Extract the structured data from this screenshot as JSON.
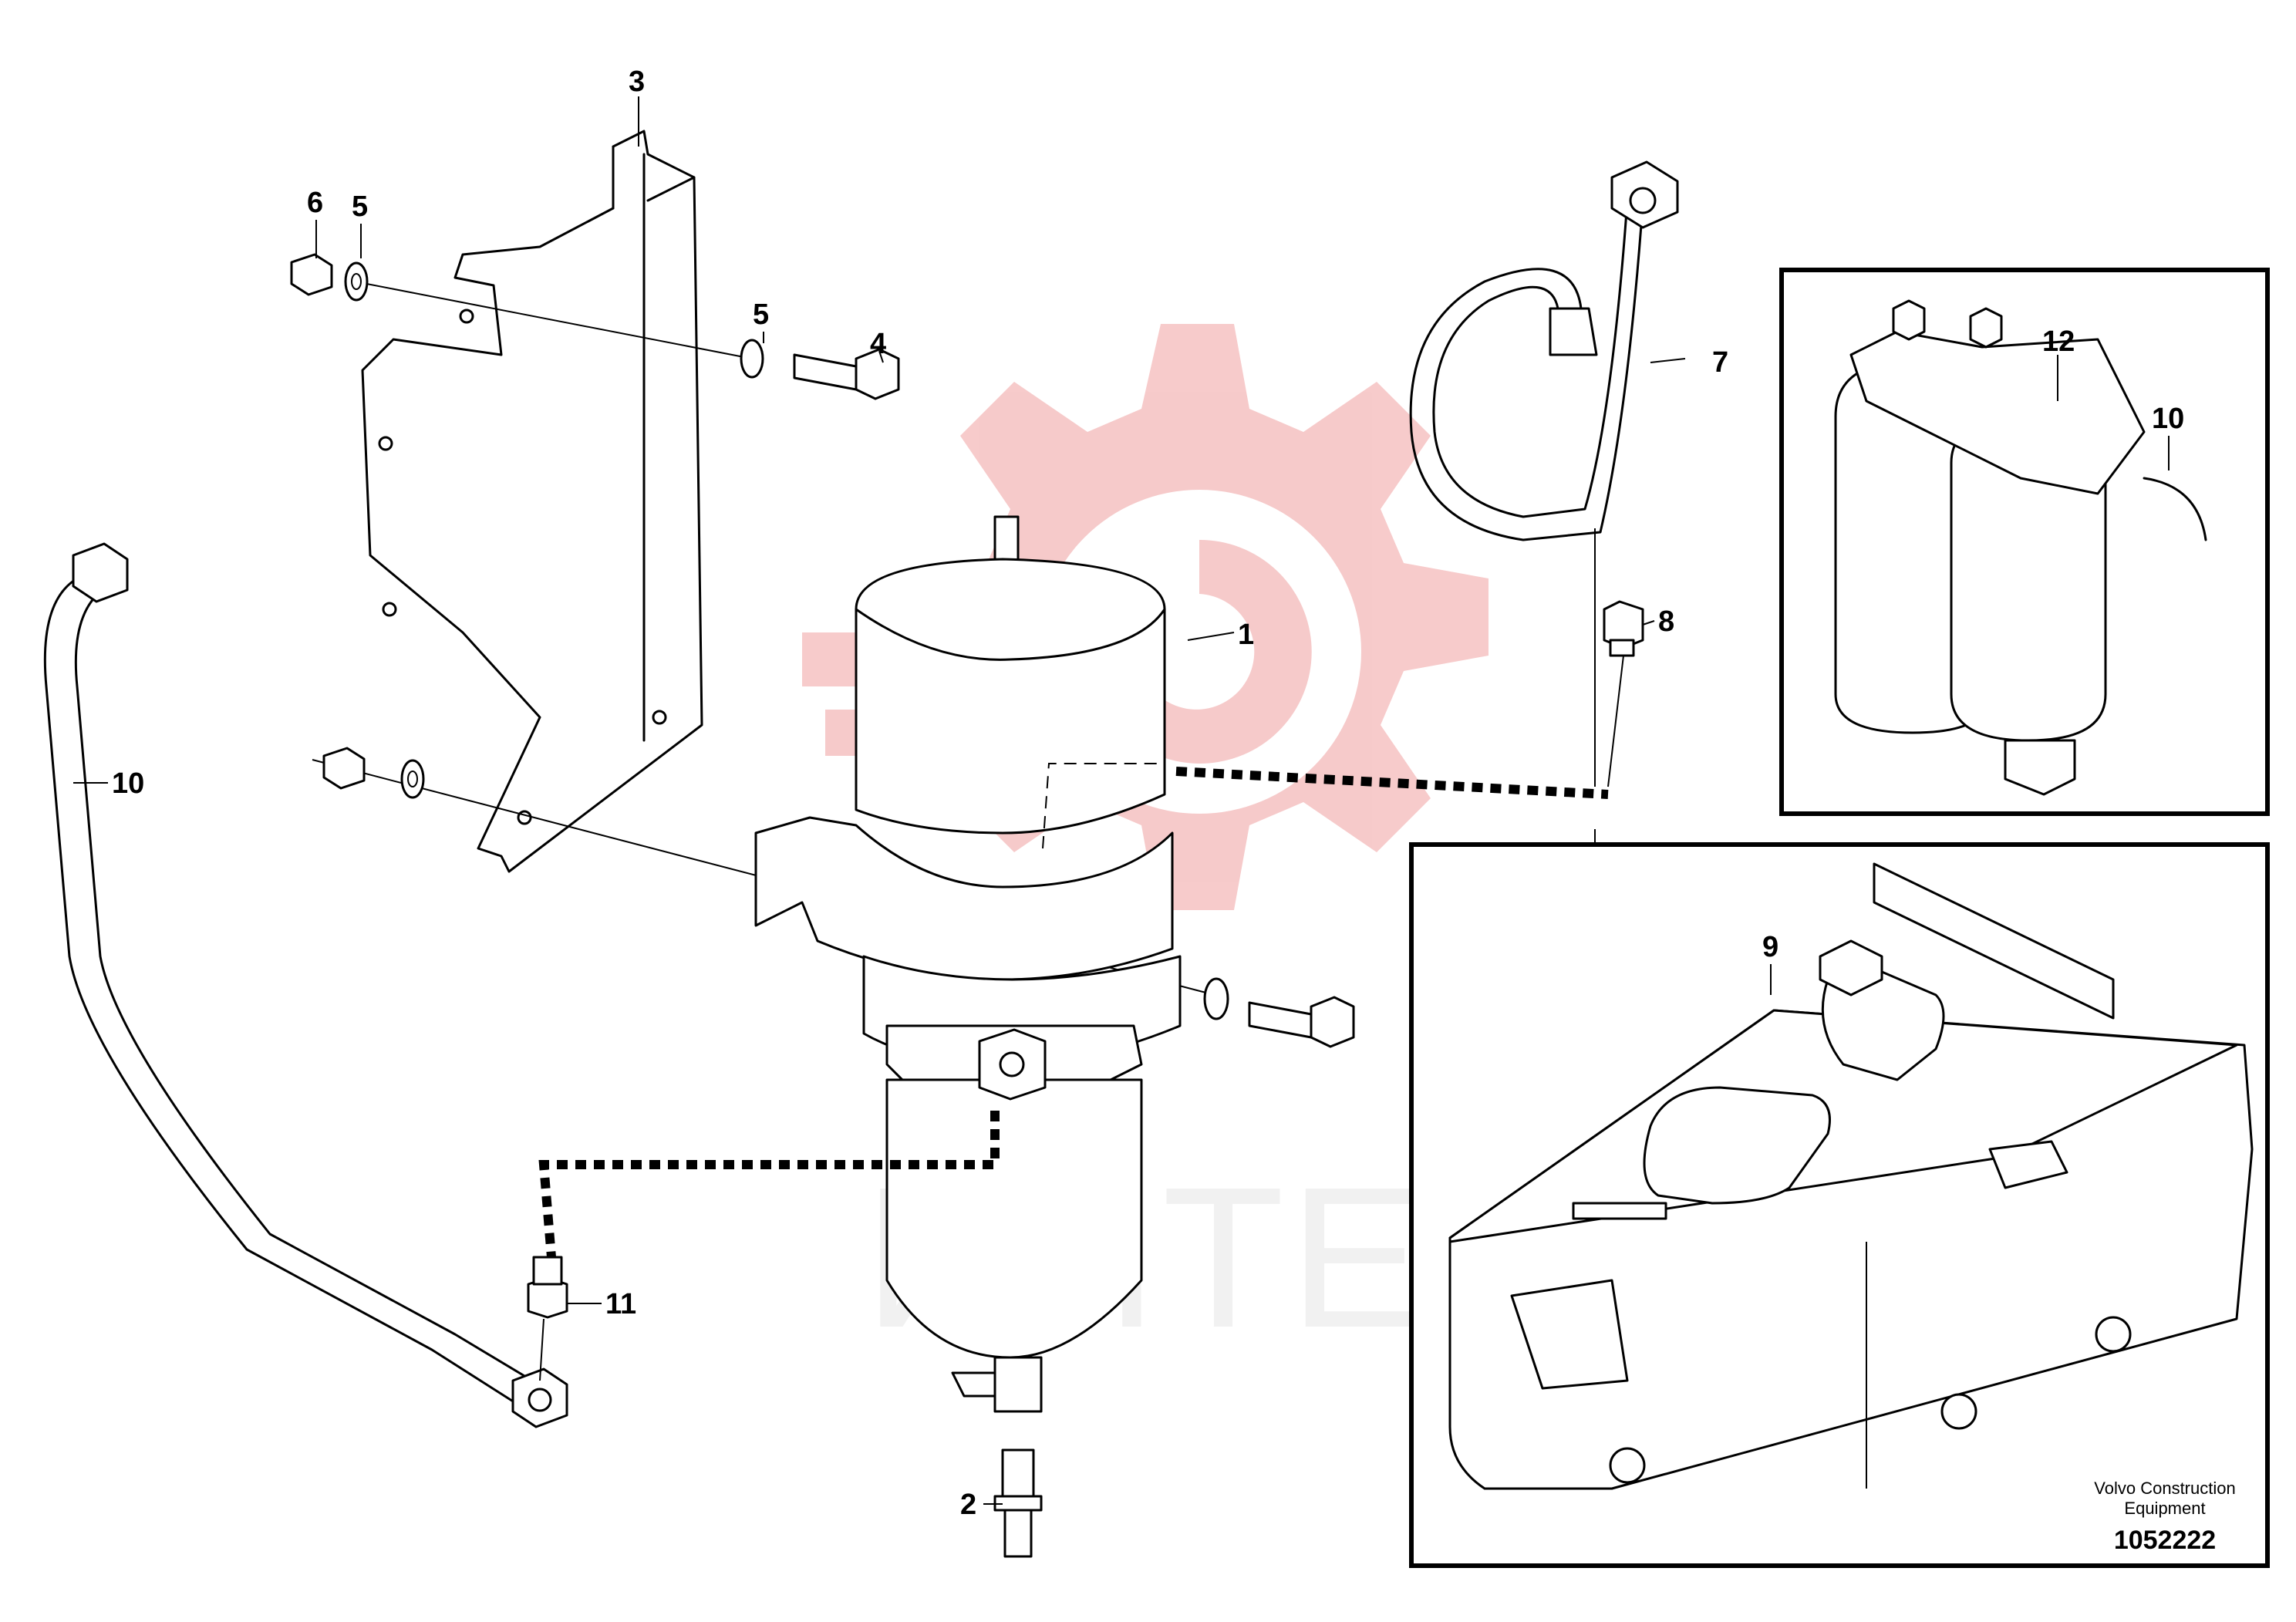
{
  "diagram": {
    "callouts": {
      "c1": "1",
      "c2": "2",
      "c3": "3",
      "c4": "4",
      "c5a": "5",
      "c5b": "5",
      "c6": "6",
      "c7": "7",
      "c8": "8",
      "c9": "9",
      "c10a": "10",
      "c10b": "10",
      "c11": "11",
      "c12": "12"
    },
    "watermark": {
      "text": "ИНТЕХ",
      "color": "#f2b3b3"
    },
    "caption": {
      "line1": "Volvo Construction",
      "line2": "Equipment",
      "doc_number": "1052222"
    }
  }
}
